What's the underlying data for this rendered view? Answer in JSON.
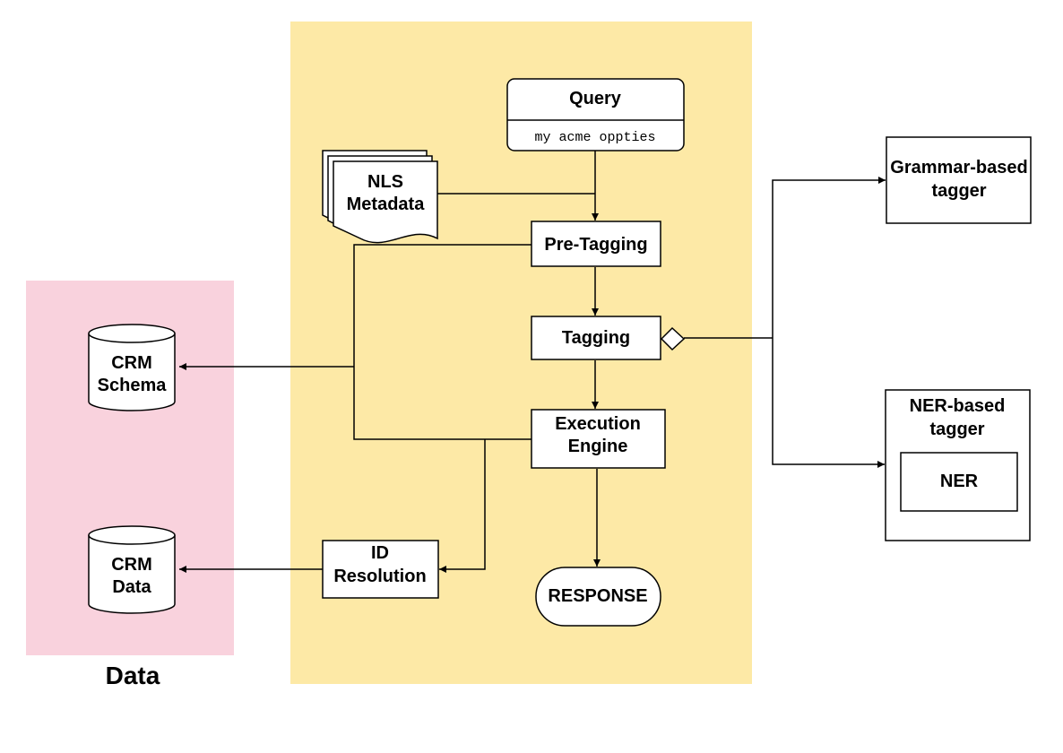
{
  "colors": {
    "main_region": "#fde9a6",
    "data_region": "#f9d2dd",
    "stroke": "#000000",
    "node_fill": "#ffffff"
  },
  "regions": {
    "data_label": "Data"
  },
  "nodes": {
    "query_title": "Query",
    "query_text": "my acme oppties",
    "nls_line1": "NLS",
    "nls_line2": "Metadata",
    "pretagging": "Pre-Tagging",
    "tagging": "Tagging",
    "exec_line1": "Execution",
    "exec_line2": "Engine",
    "idres_line1": "ID",
    "idres_line2": "Resolution",
    "response": "RESPONSE",
    "crm_schema_line1": "CRM",
    "crm_schema_line2": "Schema",
    "crm_data_line1": "CRM",
    "crm_data_line2": "Data",
    "grammar_line1": "Grammar-based",
    "grammar_line2": "tagger",
    "ner_tagger_line1": "NER-based",
    "ner_tagger_line2": "tagger",
    "ner": "NER"
  }
}
